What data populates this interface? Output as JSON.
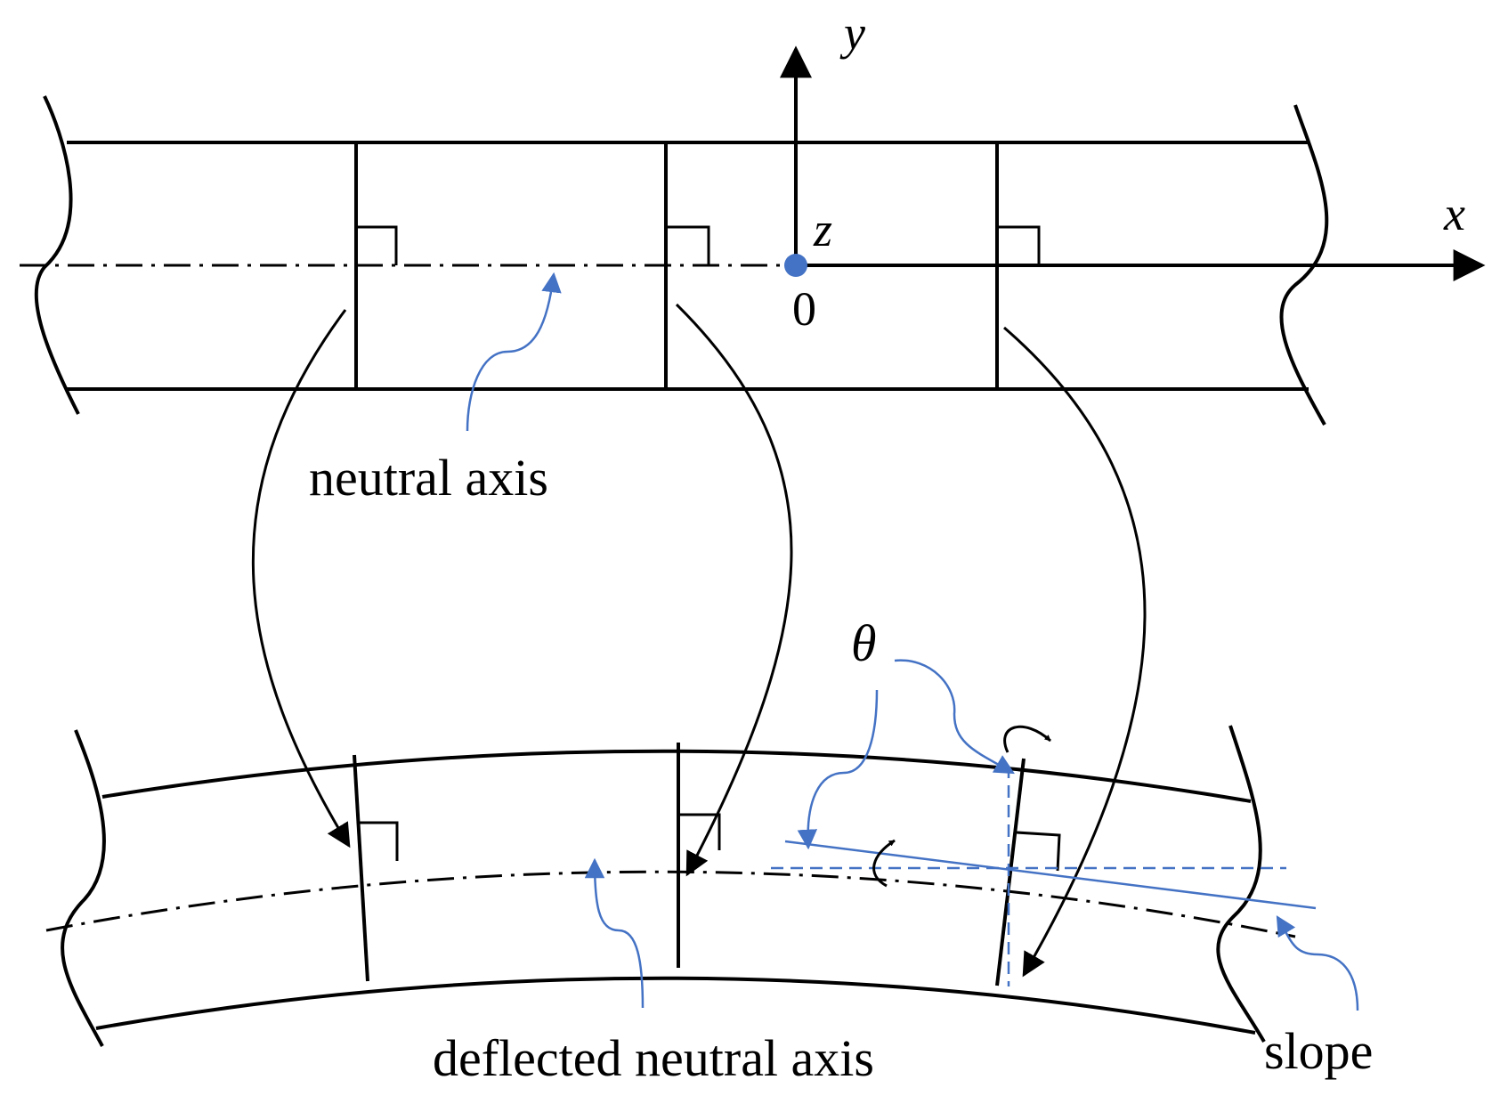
{
  "labels": {
    "axis_y": "y",
    "axis_x": "x",
    "axis_z": "z",
    "origin": "0",
    "neutral_axis": "neutral axis",
    "deflected_neutral_axis": "deflected neutral axis",
    "theta": "θ",
    "slope": "slope"
  },
  "colors": {
    "line": "#000000",
    "annotation": "#4472C4",
    "origin_dot": "#4472C4"
  }
}
